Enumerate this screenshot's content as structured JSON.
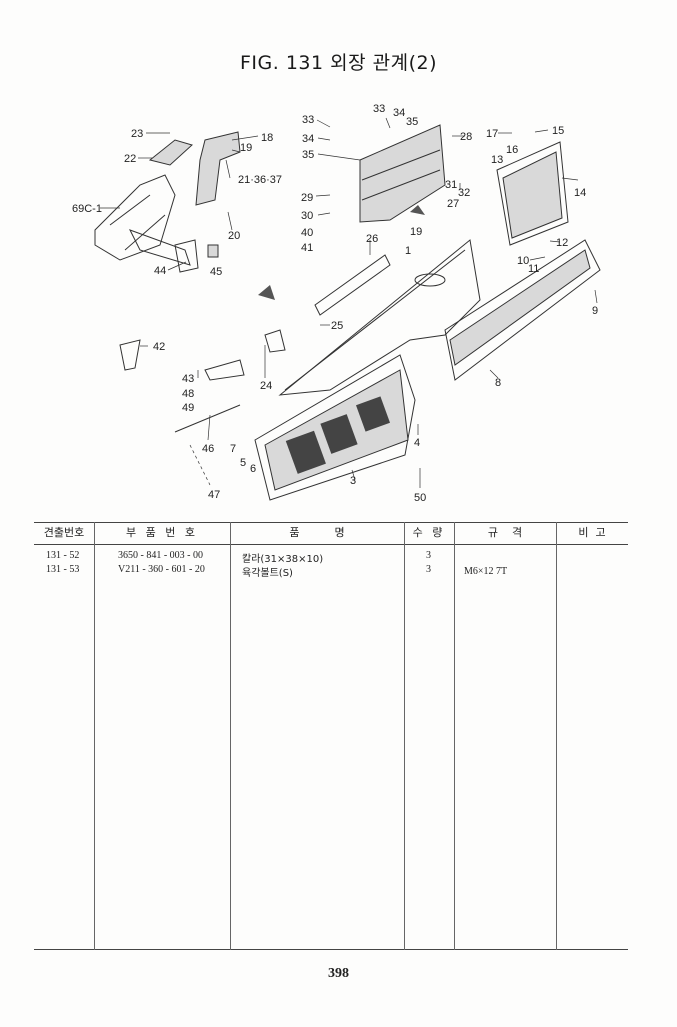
{
  "title": "FIG. 131 외장 관계(2)",
  "callouts": {
    "c1": "1",
    "c3": "3",
    "c4": "4",
    "c5": "5",
    "c6": "6",
    "c7": "7",
    "c8": "8",
    "c9": "9",
    "c10": "10",
    "c11": "11",
    "c12": "12",
    "c13": "13",
    "c14": "14",
    "c15": "15",
    "c16": "16",
    "c17": "17",
    "c18": "18",
    "c19a": "19",
    "c19b": "19",
    "c20": "20",
    "c21": "21·36·37",
    "c22": "22",
    "c23": "23",
    "c24": "24",
    "c25": "25",
    "c26": "26",
    "c27": "27",
    "c28": "28",
    "c29": "29",
    "c30": "30",
    "c31": "31",
    "c32": "32",
    "c33a": "33",
    "c33b": "33",
    "c34a": "34",
    "c34b": "34",
    "c35a": "35",
    "c35b": "35",
    "c40": "40",
    "c41": "41",
    "c42": "42",
    "c43": "43",
    "c44": "44",
    "c45": "45",
    "c46": "46",
    "c47": "47",
    "c48": "48",
    "c49": "49",
    "c50": "50",
    "c69": "69C-1"
  },
  "table": {
    "headers": [
      "견출번호",
      "부 품 번 호",
      "품          명",
      "수 량",
      "규    격",
      "비  고"
    ],
    "rows": [
      {
        "ref": "131 - 52",
        "part": "3650 - 841 - 003 - 00",
        "name": "칼라(31×38×10)",
        "qty": "3",
        "spec": ""
      },
      {
        "ref": "131 - 53",
        "part": "V211 - 360 - 601 - 20",
        "name": "육각볼트(S)",
        "qty": "3",
        "spec": "M6×12 7T"
      }
    ]
  },
  "page_number": "398"
}
